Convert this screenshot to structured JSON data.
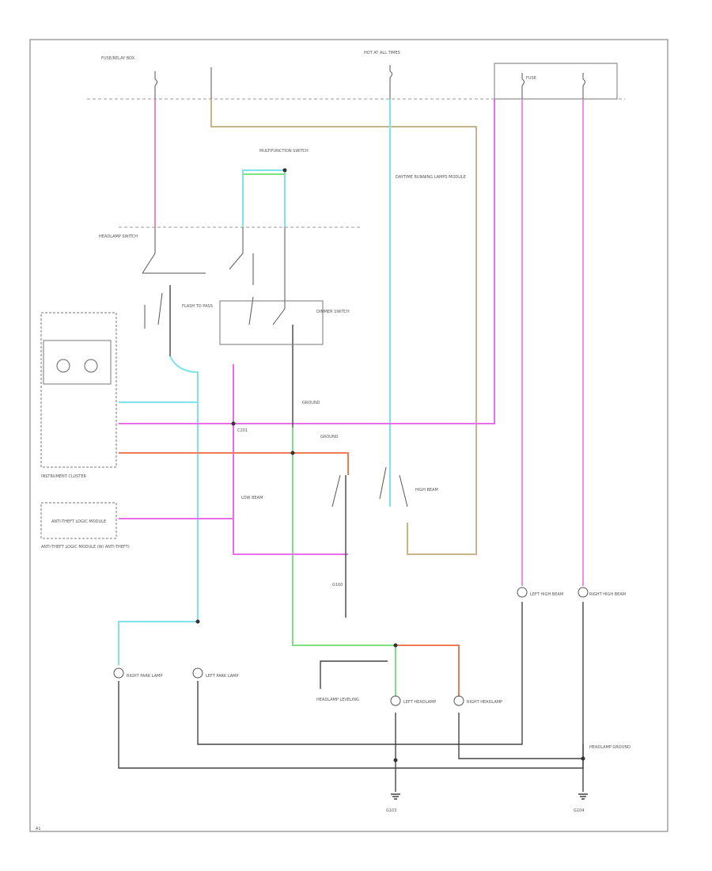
{
  "labels": {
    "fuse_top_left": "FUSE/RELAY BOX",
    "fuse_top_center": "HOT AT ALL TIMES",
    "fuse_top_right": "FUSE",
    "ground_top": "GROUND",
    "ground_mid": "GROUND",
    "center_module": "MULTIFUNCTION SWITCH",
    "left_column_box": "INSTRUMENT CLUSTER",
    "left_box2": "ANTI-THEFT LOGIC MODULE",
    "left_box2_caption": "ANTI-THEFT LOGIC MODULE (W/ ANTI-THEFT)",
    "headlamp_sw": "HEADLAMP SWITCH",
    "dimmer_sw": "DIMMER SWITCH",
    "flash_to_pass": "FLASH TO PASS",
    "daytime_module": "DAYTIME RUNNING LAMPS MODULE",
    "dash_code": "C201",
    "ground_label": "G100",
    "left_front_lamp": "LEFT HEADLAMP",
    "right_front_lamp": "RIGHT HEADLAMP",
    "left_park_lamp": "LEFT PARK LAMP",
    "right_park_lamp": "RIGHT PARK LAMP",
    "right_hi_lamp": "RIGHT HIGH BEAM",
    "left_hi_lamp": "LEFT HIGH BEAM",
    "bottom_center": "HEADLAMP LEVELING",
    "lower_center_left": "LOW BEAM",
    "lower_center_right": "HIGH BEAM",
    "bottom_ground_left": "G103",
    "bottom_ground_right": "G104",
    "bottom_text": "HEADLAMP GROUND",
    "footer_left": "A1"
  },
  "colors": {
    "pink_wire": "#f58aa8",
    "cyan_wire": "#7ee3ec",
    "tan_wire": "#c8b48a",
    "violet_wire": "#e86ee8",
    "magenta_wire": "#f08cf0",
    "orange_wire": "#f07a55",
    "green_wire": "#7ee07e",
    "ground_wire": "#444444"
  }
}
